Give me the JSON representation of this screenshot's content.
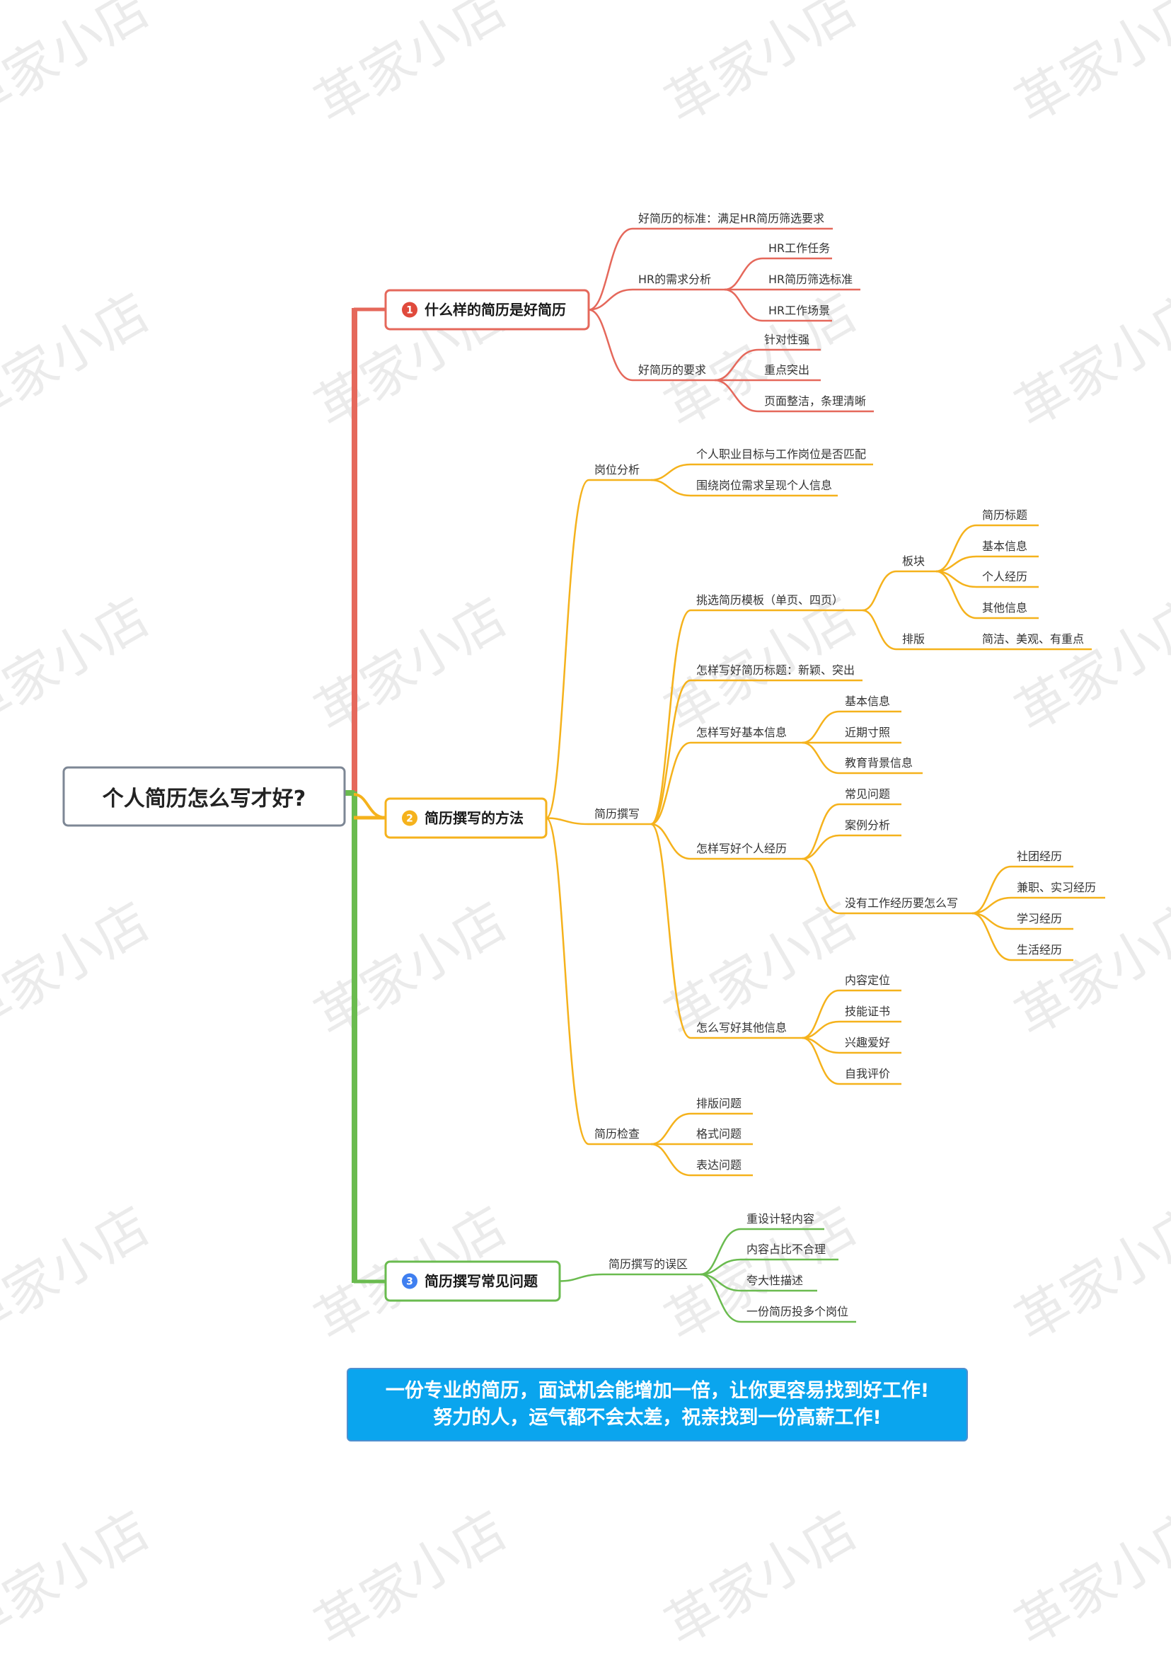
{
  "watermark": "革家小店",
  "root": "个人简历怎么写才好?",
  "colors": {
    "red": "#e5685b",
    "orange": "#f5b21c",
    "green": "#6abb4f",
    "root_border": "#7d8795",
    "num1": "#e04a3c",
    "num2": "#f5b21c",
    "num3": "#3f7ff0"
  },
  "topics": [
    {
      "num": "1",
      "label": "什么样的简历是好简历",
      "children": [
        {
          "label": "好简历的标准：满足HR简历筛选要求"
        },
        {
          "label": "HR的需求分析",
          "children": [
            {
              "label": "HR工作任务"
            },
            {
              "label": "HR简历筛选标准"
            },
            {
              "label": "HR工作场景"
            }
          ]
        },
        {
          "label": "好简历的要求",
          "children": [
            {
              "label": "针对性强"
            },
            {
              "label": "重点突出"
            },
            {
              "label": "页面整洁，条理清晰"
            }
          ]
        }
      ]
    },
    {
      "num": "2",
      "label": "简历撰写的方法",
      "children": [
        {
          "label": "岗位分析",
          "children": [
            {
              "label": "个人职业目标与工作岗位是否匹配"
            },
            {
              "label": "围绕岗位需求呈现个人信息"
            }
          ]
        },
        {
          "label": "简历撰写",
          "children": [
            {
              "label": "挑选简历模板（单页、四页）",
              "children": [
                {
                  "label": "板块",
                  "children": [
                    {
                      "label": "简历标题"
                    },
                    {
                      "label": "基本信息"
                    },
                    {
                      "label": "个人经历"
                    },
                    {
                      "label": "其他信息"
                    }
                  ]
                },
                {
                  "label": "排版",
                  "children": [
                    {
                      "label": "简洁、美观、有重点"
                    }
                  ]
                }
              ]
            },
            {
              "label": "怎样写好简历标题：新颖、突出"
            },
            {
              "label": "怎样写好基本信息",
              "children": [
                {
                  "label": "基本信息"
                },
                {
                  "label": "近期寸照"
                },
                {
                  "label": "教育背景信息"
                }
              ]
            },
            {
              "label": "怎样写好个人经历",
              "children": [
                {
                  "label": "常见问题"
                },
                {
                  "label": "案例分析"
                },
                {
                  "label": "没有工作经历要怎么写",
                  "children": [
                    {
                      "label": "社团经历"
                    },
                    {
                      "label": "兼职、实习经历"
                    },
                    {
                      "label": "学习经历"
                    },
                    {
                      "label": "生活经历"
                    }
                  ]
                }
              ]
            },
            {
              "label": "怎么写好其他信息",
              "children": [
                {
                  "label": "内容定位"
                },
                {
                  "label": "技能证书"
                },
                {
                  "label": "兴趣爱好"
                },
                {
                  "label": "自我评价"
                }
              ]
            }
          ]
        },
        {
          "label": "简历检查",
          "children": [
            {
              "label": "排版问题"
            },
            {
              "label": "格式问题"
            },
            {
              "label": "表达问题"
            }
          ]
        }
      ]
    },
    {
      "num": "3",
      "label": "简历撰写常见问题",
      "children": [
        {
          "label": "简历撰写的误区",
          "children": [
            {
              "label": "重设计轻内容"
            },
            {
              "label": "内容占比不合理"
            },
            {
              "label": "夸大性描述"
            },
            {
              "label": "一份简历投多个岗位"
            }
          ]
        }
      ]
    }
  ],
  "banner": {
    "line1": "一份专业的简历，面试机会能增加一倍，让你更容易找到好工作!",
    "line2": "努力的人，运气都不会太差，祝亲找到一份高薪工作!"
  }
}
